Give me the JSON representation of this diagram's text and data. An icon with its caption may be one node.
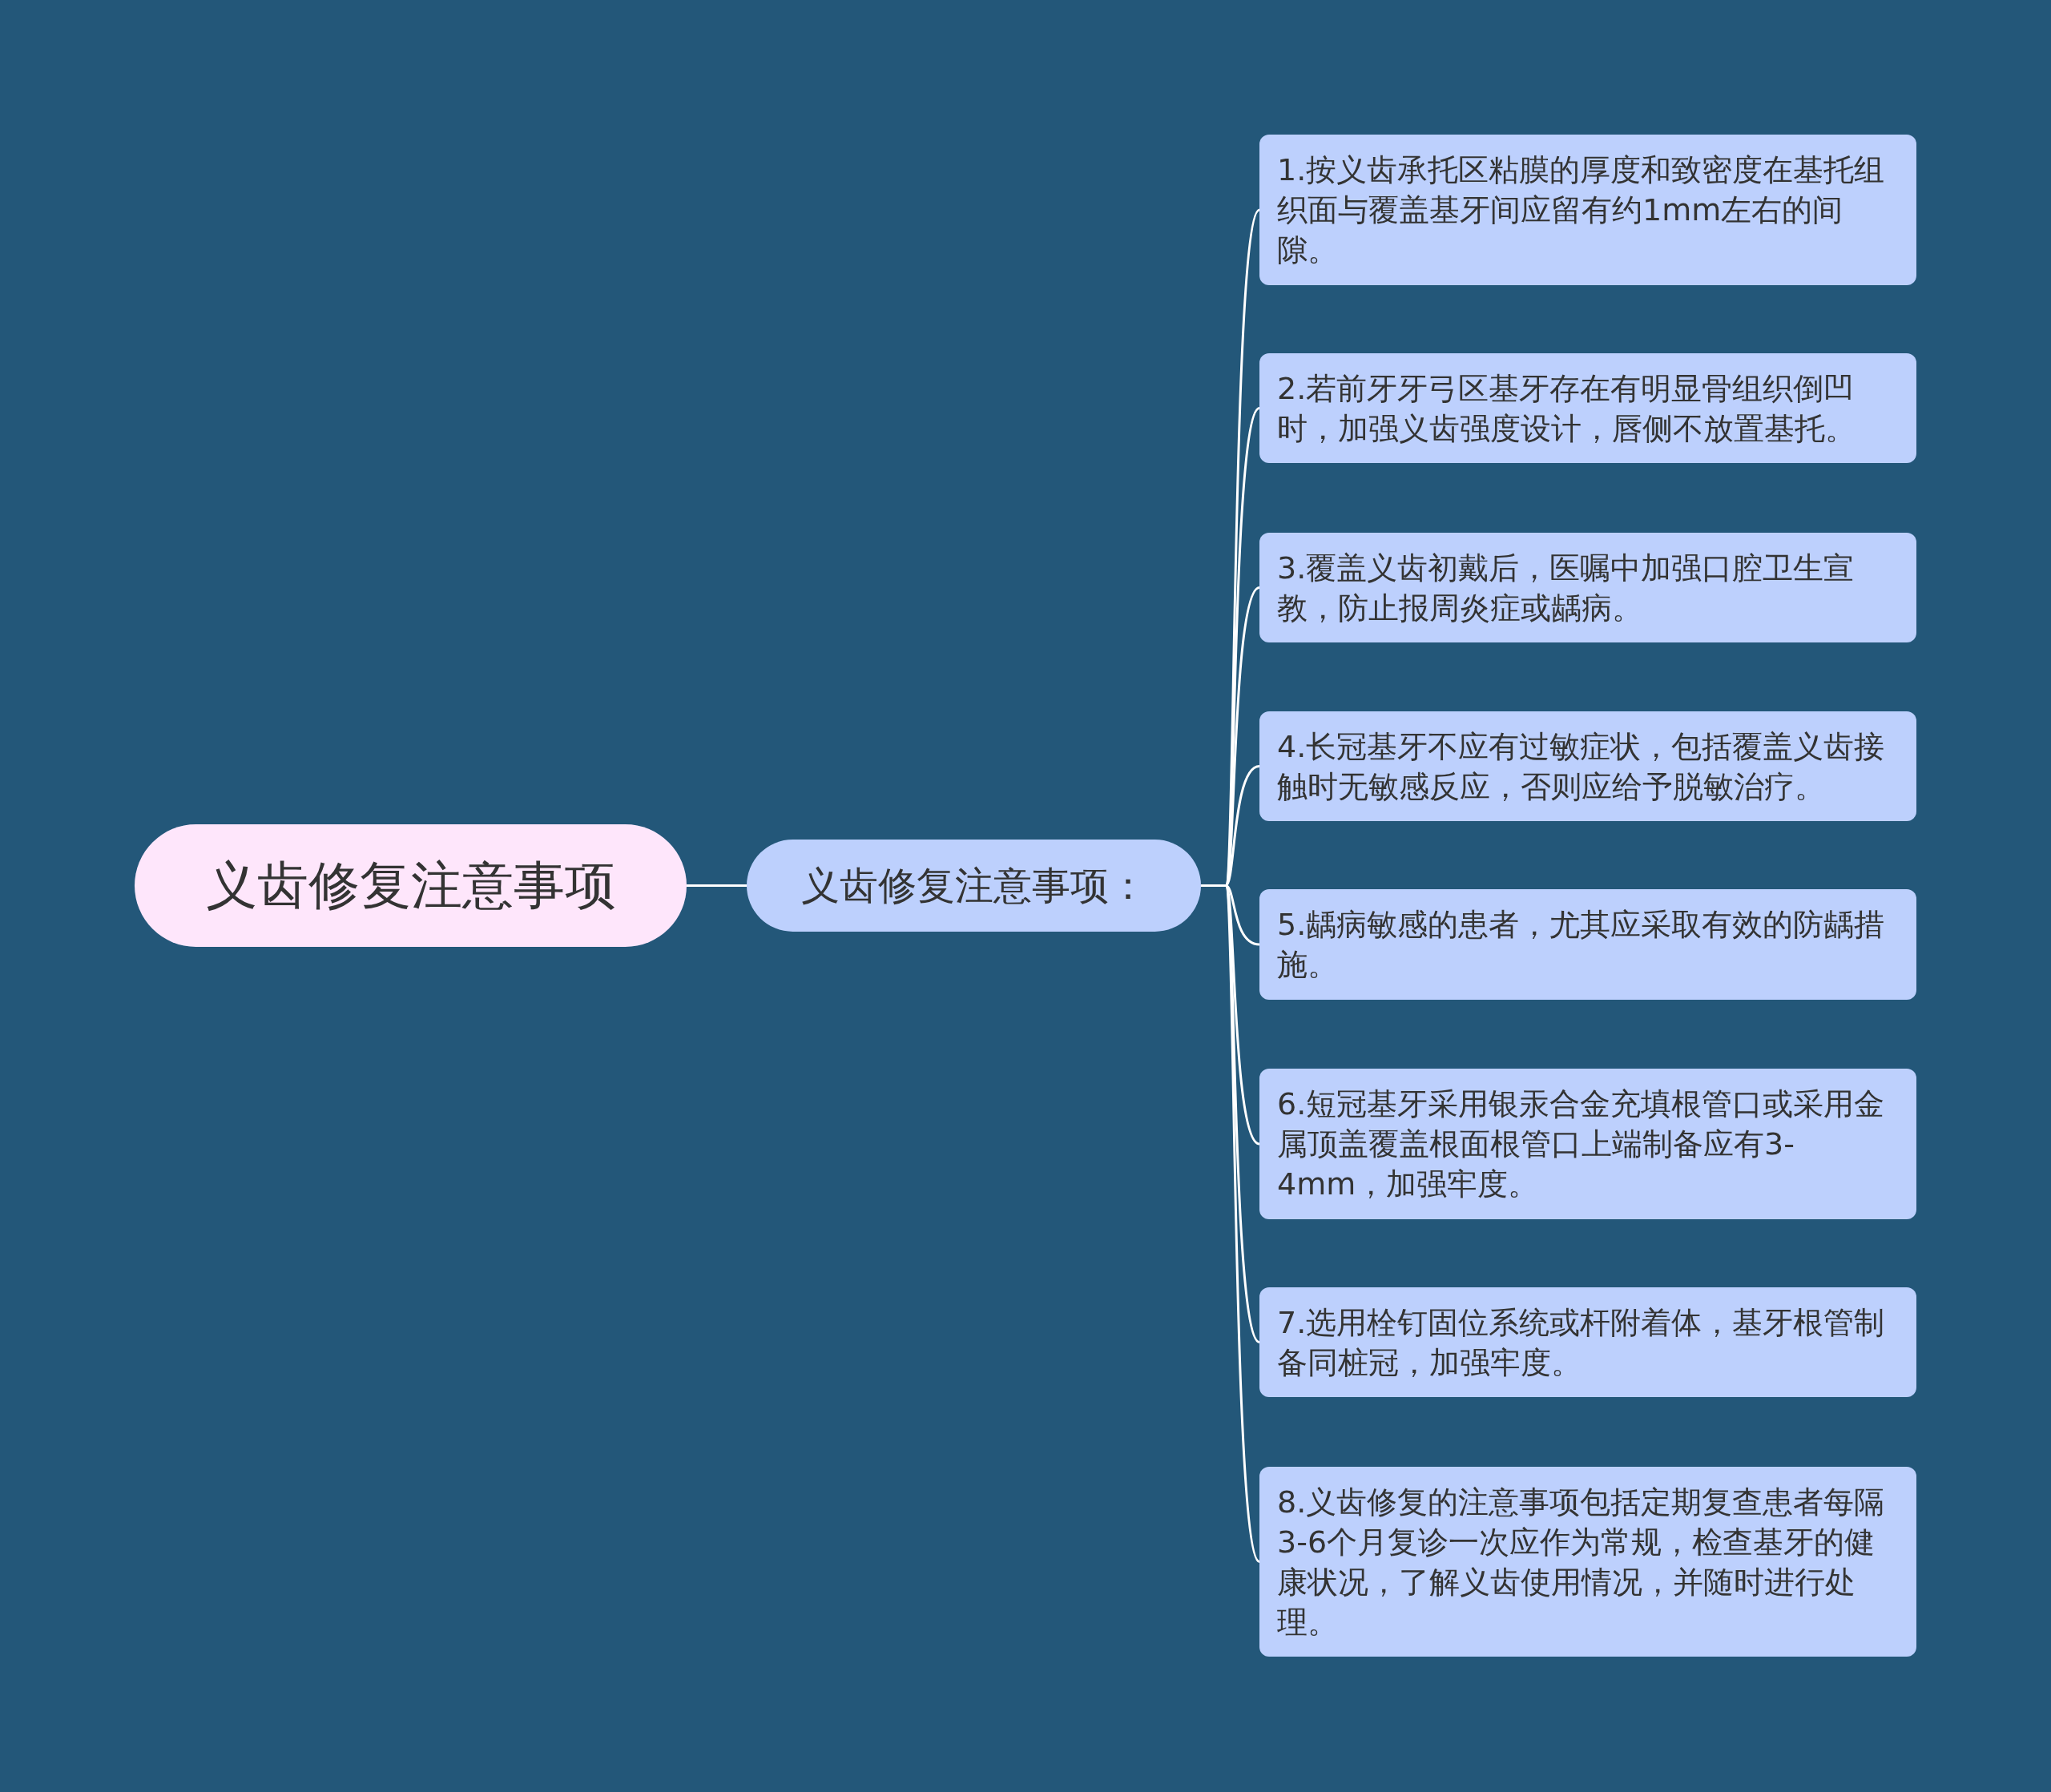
{
  "diagram": {
    "nodes": [
      {
        "text": [
          "义齿修复注意事项"
        ]
      },
      {
        "text": [
          "义齿修复注意事项："
        ]
      },
      {
        "text": [
          "1.按义齿承托区粘膜的厚度和致密度在基托组织面与覆盖基牙间应留有约1mm左右的间隙。"
        ]
      },
      {
        "text": [
          "2.若前牙牙弓区基牙存在有明显骨组织倒凹时，加强义齿强度设计，唇侧不放置基托。"
        ]
      },
      {
        "text": [
          "3.覆盖义齿初戴后，医嘱中加强口腔卫生宣教，防止报周炎症或龋病。"
        ]
      },
      {
        "text": [
          "4.长冠基牙不应有过敏症状，包括覆盖义齿接触时无敏感反应，否则应给予脱敏治疗。"
        ]
      },
      {
        "text": [
          "5.龋病敏感的患者，尤其应采取有效的防龋措施。"
        ]
      },
      {
        "text": [
          "6.短冠基牙采用银汞合金充填根管口或采用金属顶盖覆盖根面根管口上端制备应有3-4mm，加强牢度。"
        ]
      },
      {
        "text": [
          "7.选用栓钉固位系统或杆附着体，基牙根管制备同桩冠，加强牢度。"
        ]
      },
      {
        "text": [
          "8.义齿修复的注意事项包括定期复查患者每隔3-6个月复诊一次应作为常规，检查基牙的健康状况，了解义齿使用情况，并随时进行处理。"
        ]
      }
    ],
    "edges": [
      {
        "from": 0,
        "to": 1,
        "arrow": "none"
      },
      {
        "from": 1,
        "to": 2,
        "arrow": "none"
      },
      {
        "from": 1,
        "to": 3,
        "arrow": "none"
      },
      {
        "from": 1,
        "to": 4,
        "arrow": "none"
      },
      {
        "from": 1,
        "to": 5,
        "arrow": "none"
      },
      {
        "from": 1,
        "to": 6,
        "arrow": "none"
      },
      {
        "from": 1,
        "to": 7,
        "arrow": "none"
      },
      {
        "from": 1,
        "to": 8,
        "arrow": "none"
      },
      {
        "from": 1,
        "to": 9,
        "arrow": "none"
      }
    ]
  }
}
